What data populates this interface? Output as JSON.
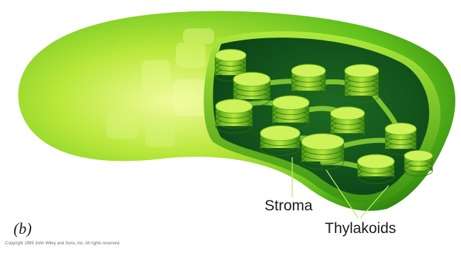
{
  "diagram": {
    "panel_label": "(b)",
    "labels": {
      "stroma": "Stroma",
      "thylakoids": "Thylakoids"
    },
    "copyright": "Copyright 1999 John Wiley and Sons, Inc. All rights reserved.",
    "colors": {
      "outer_light": "#d9f24a",
      "outer_mid": "#7fd11e",
      "outer_dark": "#2f8a0e",
      "interior": "#0d4a1a",
      "granum": "#b8ea3a",
      "granum_dark": "#5aa61c"
    }
  }
}
